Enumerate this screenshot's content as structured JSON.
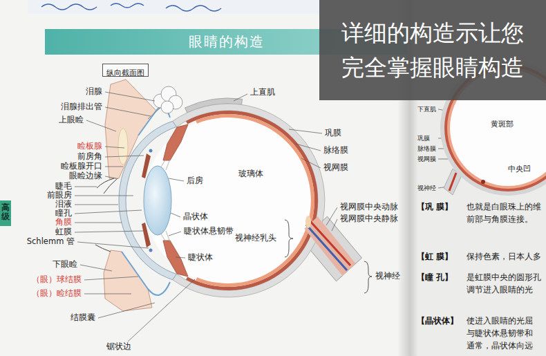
{
  "diagram": {
    "title": "眼睛的构造",
    "nodes": [
      {
        "text": [
          "详细的构造示让您 完全掌握眼睛构造"
        ]
      },
      {
        "text": [
          "纵向截面图"
        ]
      },
      {
        "text": [
          "高级"
        ]
      }
    ],
    "labels": [
      "泪腺",
      "泪腺排出管",
      "上眼睑",
      "睑板腺",
      "前房角",
      "睑板腺开口",
      "眼睑边缘",
      "睫毛",
      "前眼房",
      "泪液",
      "瞳孔",
      "角膜",
      "虹膜",
      "Schlemm 管",
      "下眼睑",
      "（眼）球结膜",
      "（眼）睑结膜",
      "结膜囊",
      "锯状边",
      "上直肌",
      "巩膜",
      "脉络膜",
      "视网膜",
      "后房",
      "玻璃体",
      "晶状体",
      "睫状体悬韧带",
      "视神经乳头",
      "视网膜中央动脉",
      "视网膜中央静脉",
      "睫状体",
      "视神经",
      "下直肌",
      "巩膜",
      "脉络膜",
      "视网膜",
      "视神经",
      "黄斑部",
      "中央凹",
      "【巩 膜】",
      "也就是白眼珠上的维",
      "前部与角膜连接。",
      "【虹 膜】",
      "保持色素，日本人多",
      "【瞳 孔】",
      "是虹膜中央的圆形孔",
      "调节进入眼睛的光",
      "【晶状体】",
      "使进入眼睛的光屈",
      "与睫状体悬韧带和",
      "通常，晶状体向远"
    ]
  }
}
